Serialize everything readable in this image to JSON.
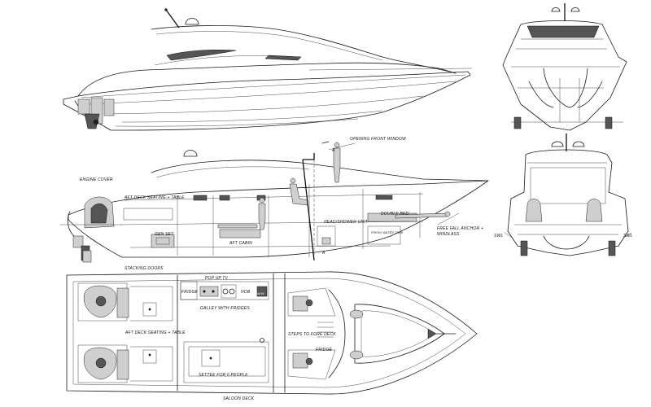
{
  "labels": {
    "opening_front_window": "OPENING FRONT WINDOW",
    "engine_cover": "ENGINE COVER",
    "aft_deck_seating_upper": "AFT DECK SEATING + TABLE",
    "gen_set": "GEN SET",
    "aft_cabin": "AFT CABIN",
    "head_shower_unit": "HEAD/SHOWER UNIT",
    "double_bed": "DOUBLE BED",
    "free_fall_anchor": "FREE FALL ANCHOR +",
    "windlass": "WINDLASS",
    "fresh_water": "FRESH WATER TANK",
    "stacking_doors": "STACKING DOORS",
    "pop_up_tv": "POP UP TV",
    "fridge_galley": "FRIDGE",
    "hob": "HOB",
    "mw": "M/W",
    "galley_with_fridges": "GALLEY WITH FRIDGES",
    "aft_deck_seating_lower": "AFT DECK SEATING + TABLE",
    "steps_to_fore_deck": "STEPS TO FORE DECK",
    "fridge_helm": "FRIDGE",
    "settee_for_6": "SETTEE FOR 6 PEOPLE",
    "saloon_deck": "SALOON DECK",
    "swl_left": "SWL",
    "swl_right": "SWL",
    "section_mark_a_top": "A",
    "section_mark_a_bottom": "A"
  }
}
